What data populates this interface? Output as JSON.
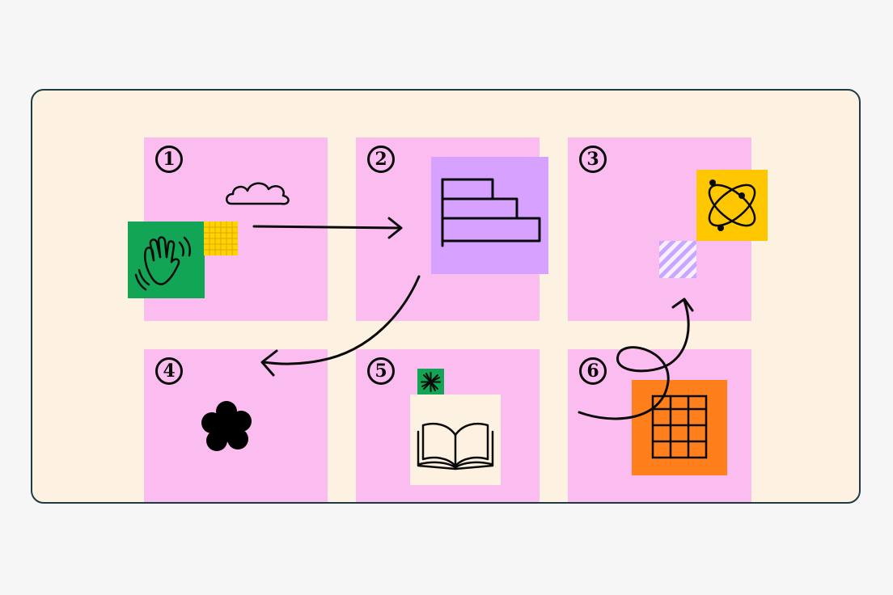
{
  "board": {
    "background": "#fdf2e1",
    "border_color": "#1d3b45"
  },
  "tiles": [
    {
      "number": "1",
      "color": "#fbbdf0"
    },
    {
      "number": "2",
      "color": "#fbbdf0"
    },
    {
      "number": "3",
      "color": "#fbbdf0"
    },
    {
      "number": "4",
      "color": "#fbbdf0"
    },
    {
      "number": "5",
      "color": "#fbbdf0"
    },
    {
      "number": "6",
      "color": "#fbbdf0"
    }
  ],
  "stickers": {
    "wave": {
      "icon": "waving-hand-icon",
      "color": "#13a556"
    },
    "grid_small": {
      "icon": "grid-icon",
      "color": "#ffd200"
    },
    "cloud": {
      "icon": "cloud-icon"
    },
    "stairs": {
      "icon": "stairs-icon",
      "color": "#d6a1ff"
    },
    "atom": {
      "icon": "atom-icon",
      "color": "#ffc700"
    },
    "stripes": {
      "icon": "stripes-icon",
      "color": "#c9a6ff"
    },
    "flower": {
      "icon": "flower-icon",
      "color": "#000000"
    },
    "sparkle": {
      "icon": "sparkle-icon",
      "color": "#13a556"
    },
    "book": {
      "icon": "open-book-icon",
      "color": "#fdf2e1"
    },
    "table": {
      "icon": "table-grid-icon",
      "color": "#ff7f1c"
    }
  }
}
